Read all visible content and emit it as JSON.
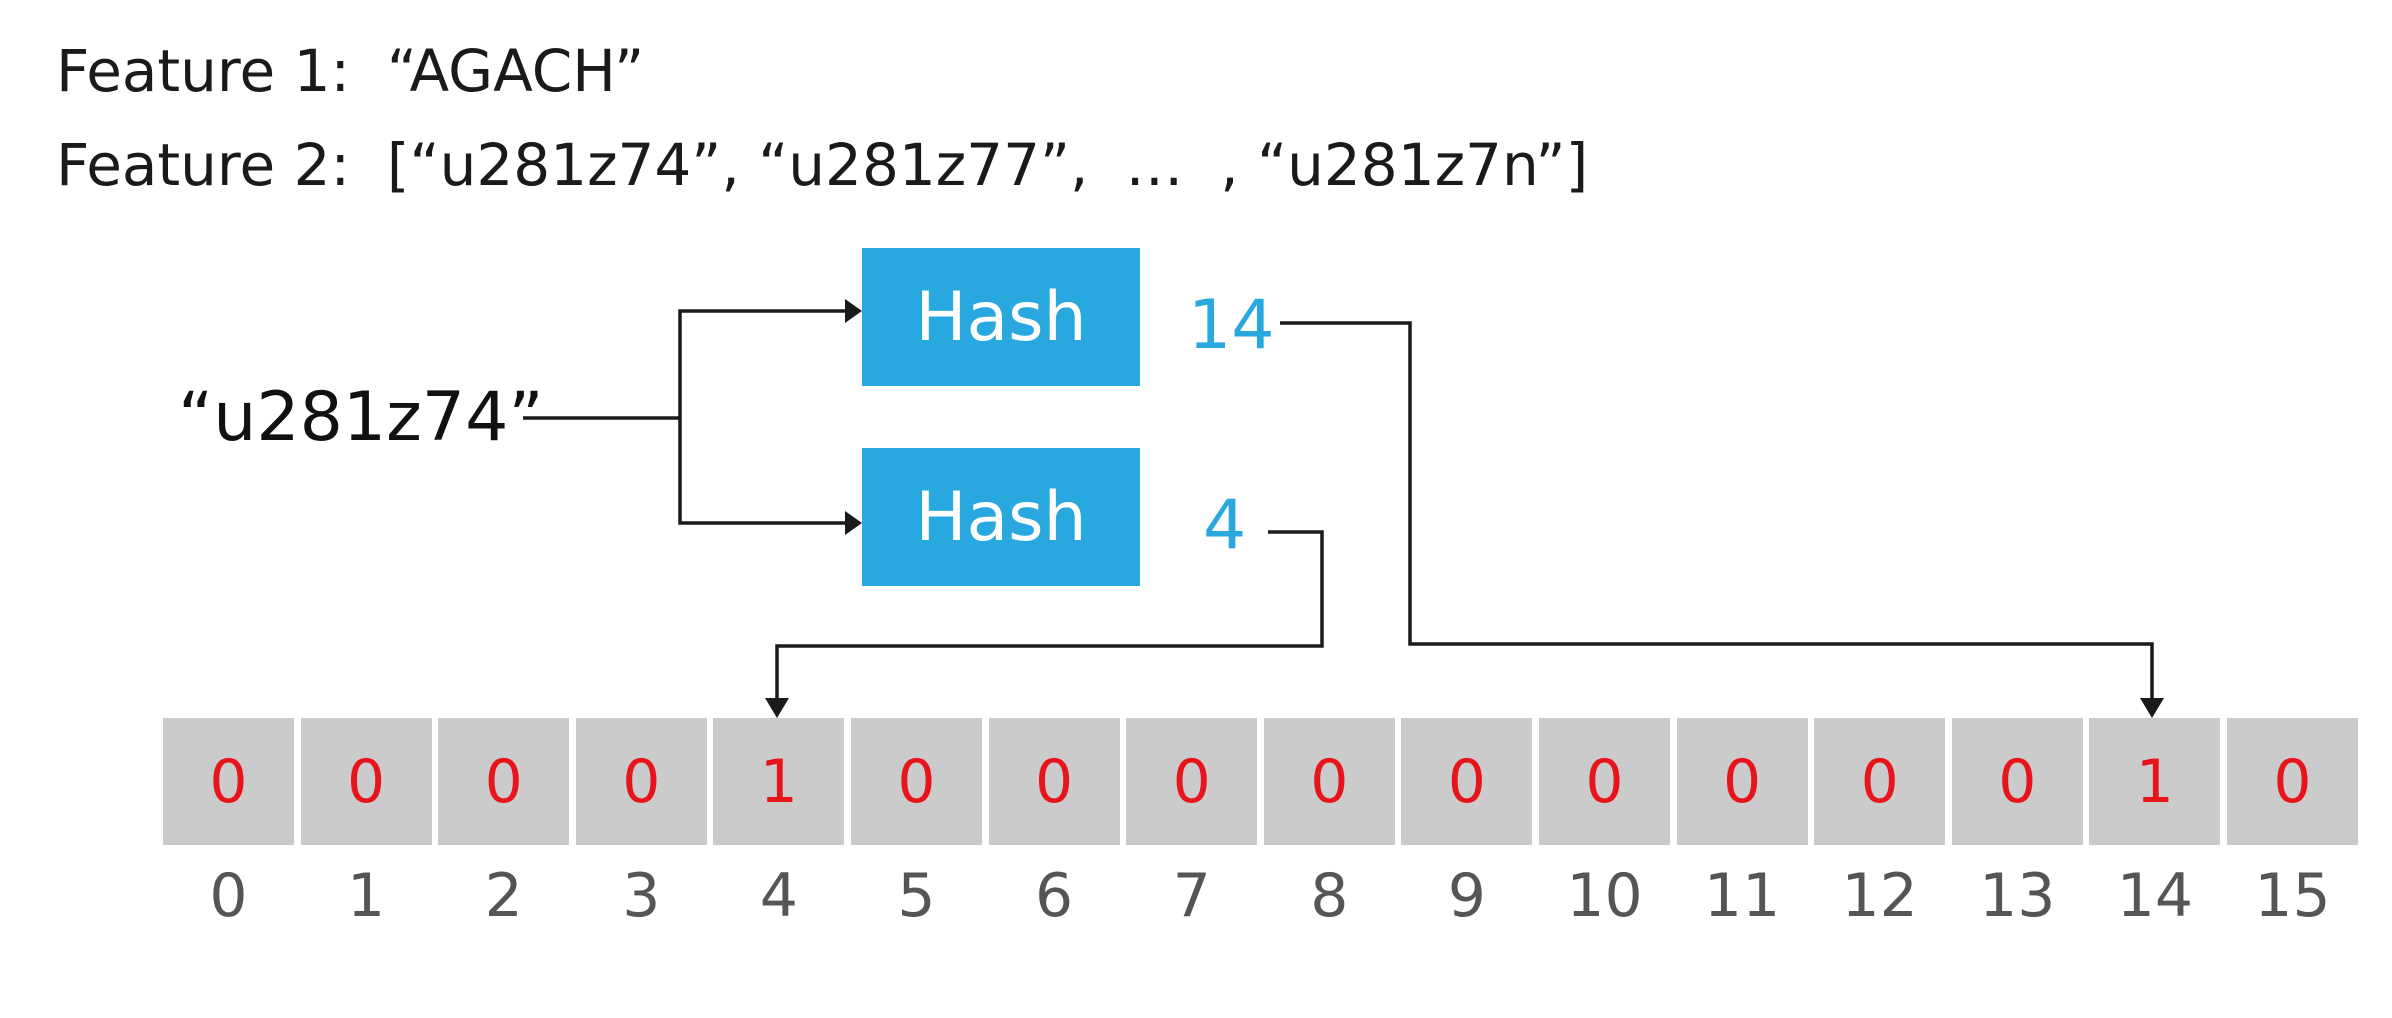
{
  "features": {
    "feature1": "Feature 1:  “AGACH”",
    "feature2": "Feature 2:  [“u281z74”, “u281z77”,  …  , “u281z7n”]"
  },
  "input_key": "“u281z74”",
  "hash_boxes": [
    {
      "label": "Hash",
      "output": "14"
    },
    {
      "label": "Hash",
      "output": "4"
    }
  ],
  "bit_array": {
    "values": [
      "0",
      "0",
      "0",
      "0",
      "1",
      "0",
      "0",
      "0",
      "0",
      "0",
      "0",
      "0",
      "0",
      "0",
      "1",
      "0"
    ],
    "indices": [
      "0",
      "1",
      "2",
      "3",
      "4",
      "5",
      "6",
      "7",
      "8",
      "9",
      "10",
      "11",
      "12",
      "13",
      "14",
      "15"
    ]
  },
  "colors": {
    "hash_box": "#29a8e0",
    "hash_output": "#29a8e0",
    "cell_bg": "#cbcbcb",
    "bit_value": "#e8141b",
    "index": "#555555",
    "connector": "#1a1a1a"
  }
}
